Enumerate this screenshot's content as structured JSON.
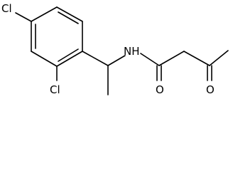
{
  "molecule": {
    "atoms": {
      "cl_para": "Cl",
      "cl_ortho": "Cl",
      "amide_n": "NH",
      "amide_o": "O",
      "ketone_o": "O"
    }
  }
}
